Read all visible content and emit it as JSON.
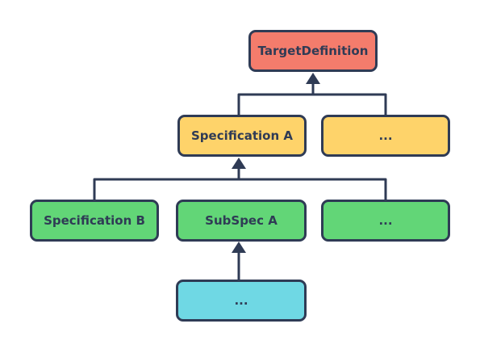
{
  "diagram": {
    "nodes": [
      {
        "id": "target",
        "label": "TargetDefinition",
        "color": "#f47c6c"
      },
      {
        "id": "specA",
        "label": "Specification A",
        "color": "#fed36a"
      },
      {
        "id": "dots1",
        "label": "...",
        "color": "#fed36a"
      },
      {
        "id": "specB",
        "label": "Specification B",
        "color": "#62d677"
      },
      {
        "id": "subspecA",
        "label": "SubSpec A",
        "color": "#62d677"
      },
      {
        "id": "dots2",
        "label": "...",
        "color": "#62d677"
      },
      {
        "id": "dots3",
        "label": "...",
        "color": "#6fd8e4"
      }
    ],
    "edges": [
      {
        "from": "specA",
        "to": "target"
      },
      {
        "from": "dots1",
        "to": "target"
      },
      {
        "from": "specB",
        "to": "specA"
      },
      {
        "from": "subspecA",
        "to": "specA"
      },
      {
        "from": "dots2",
        "to": "specA"
      },
      {
        "from": "dots3",
        "to": "subspecA"
      }
    ],
    "line_color": "#2f3b55"
  }
}
